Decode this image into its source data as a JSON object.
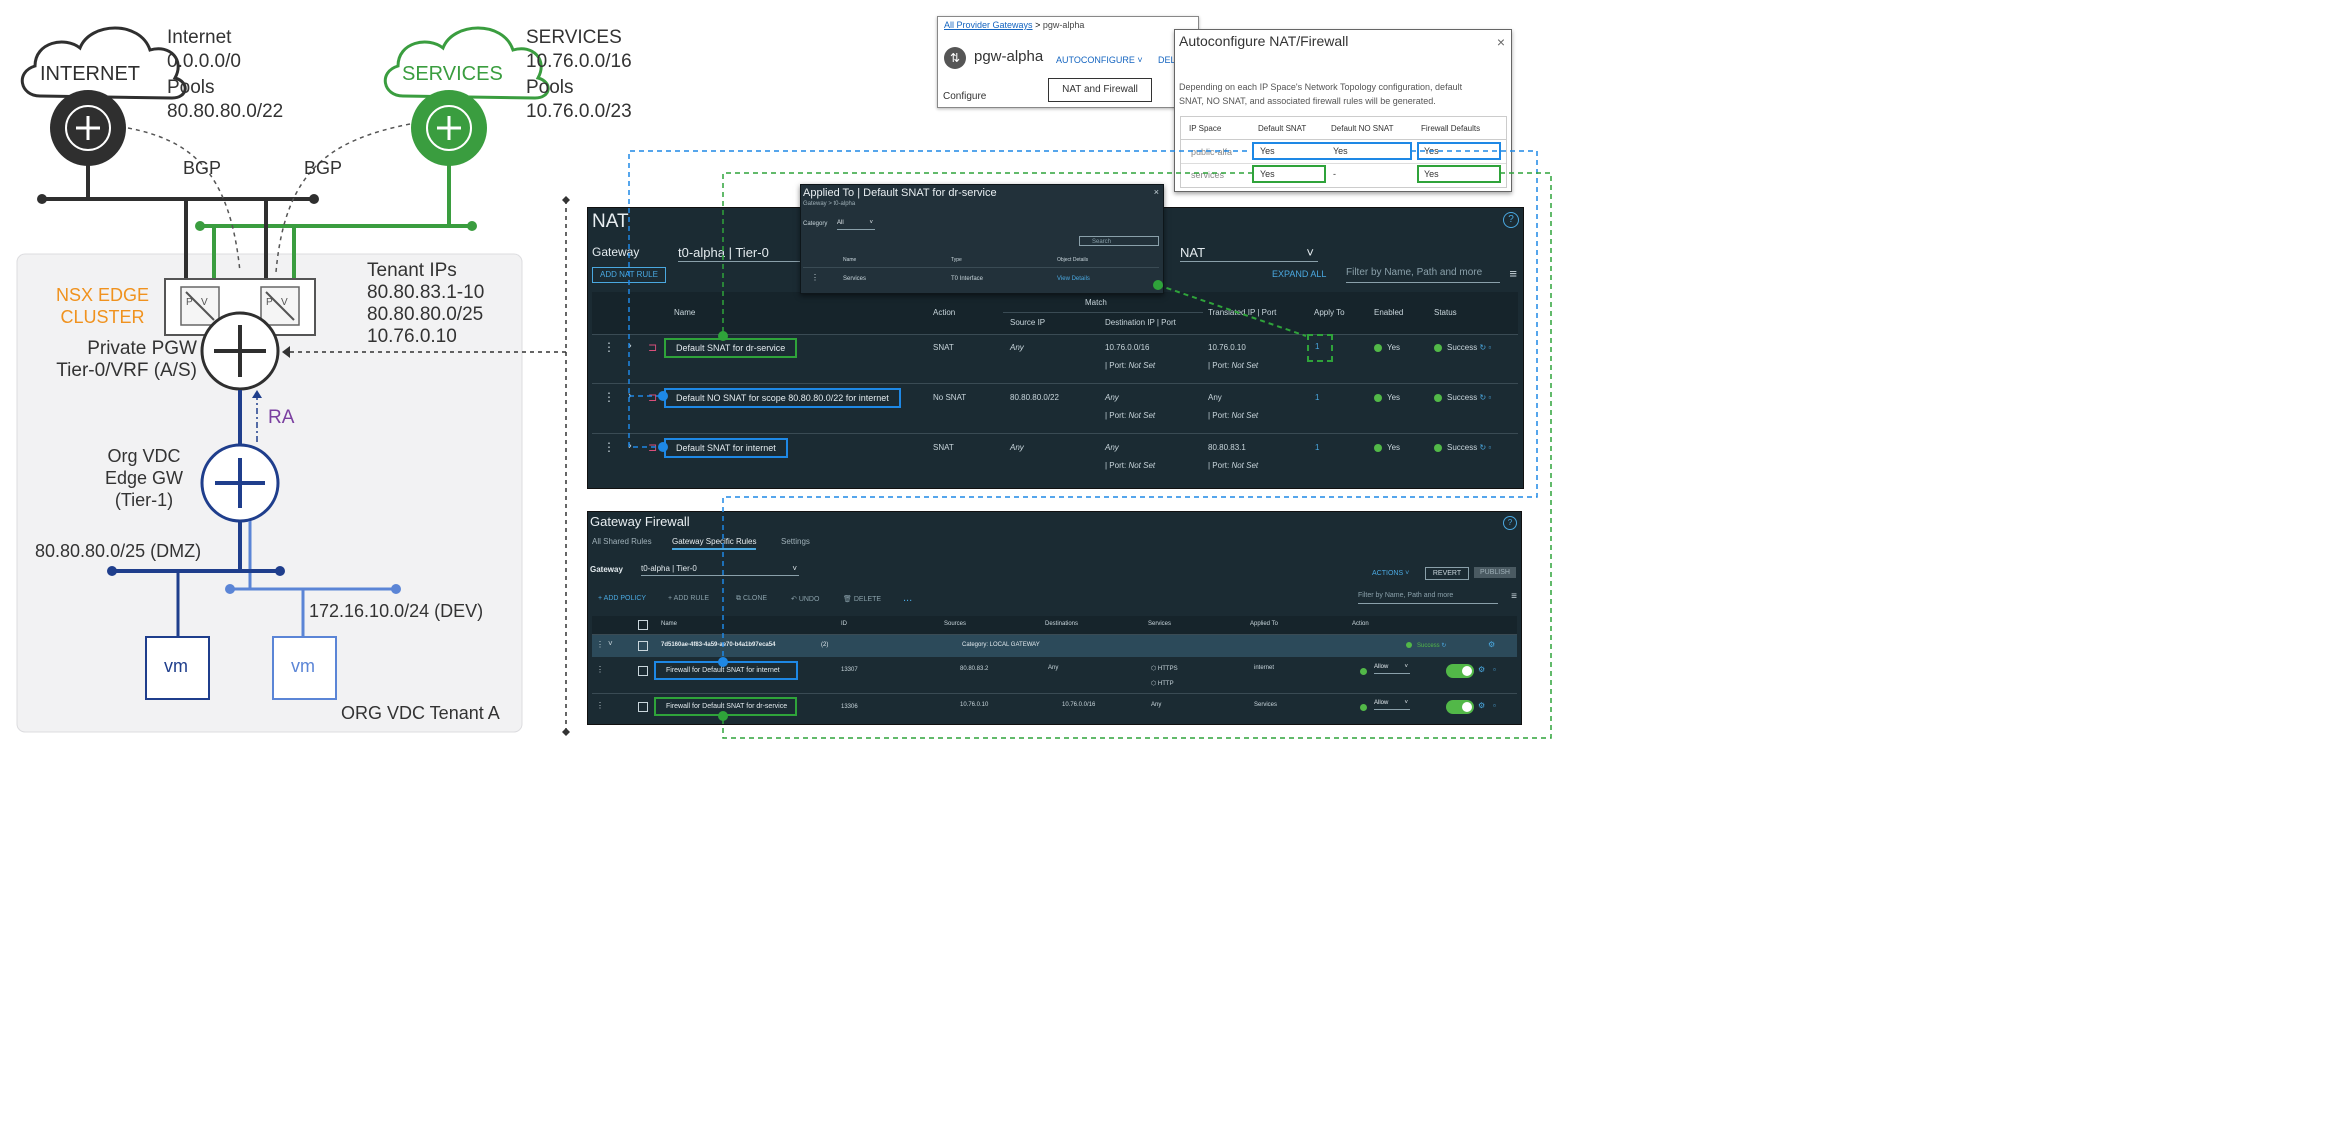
{
  "diagram": {
    "internet": {
      "cloud_label": "INTERNET",
      "name": "Internet",
      "cidr": "0.0.0.0/0",
      "pools_label": "Pools",
      "pool": "80.80.80.0/22"
    },
    "services": {
      "cloud_label": "SERVICES",
      "name": "SERVICES",
      "cidr": "10.76.0.0/16",
      "pools_label": "Pools",
      "pool": "10.76.0.0/23"
    },
    "bgp_left": "BGP",
    "bgp_right": "BGP",
    "edge_cluster": [
      "NSX EDGE",
      "CLUSTER"
    ],
    "edge_node_letters": [
      "P",
      "V"
    ],
    "tenant_ips": {
      "title": "Tenant IPs",
      "items": [
        "80.80.83.1-10",
        "80.80.80.0/25",
        "10.76.0.10"
      ]
    },
    "private_pgw": [
      "Private PGW",
      "Tier-0/VRF (A/S)"
    ],
    "ra": "RA",
    "org_vdc_edge": [
      "Org VDC",
      "Edge GW",
      "(Tier-1)"
    ],
    "dmz": "80.80.80.0/25 (DMZ)",
    "dev": "172.16.10.0/24 (DEV)",
    "vm1": "vm",
    "vm2": "vm",
    "tenant_label": "ORG VDC Tenant A",
    "colors": {
      "dark": "#2f2f2f",
      "green": "#3a9d3f",
      "navy": "#1f3e8c",
      "light_blue": "#5b85d6",
      "orange": "#f0921e",
      "purple": "#7a3fa0",
      "tenant_bg": "#f2f2f3"
    }
  },
  "pgw_card": {
    "breadcrumb_link": "All Provider Gateways",
    "breadcrumb_sep": ">",
    "breadcrumb_current": "pgw-alpha",
    "title": "pgw-alpha",
    "autoconfigure": "AUTOCONFIGURE",
    "truncated": "DEL",
    "menu_item": "NAT and Firewall",
    "configure": "Configure"
  },
  "autoconfig_dialog": {
    "title": "Autoconfigure NAT/Firewall",
    "description": "Depending on each IP Space's Network Topology configuration, default SNAT, NO SNAT, and associated firewall rules will be generated.",
    "columns": [
      "IP Space",
      "Default SNAT",
      "Default NO SNAT",
      "Firewall Defaults"
    ],
    "rows": [
      [
        "public-alfa",
        "Yes",
        "Yes",
        "Yes"
      ],
      [
        "services",
        "Yes",
        "-",
        "Yes"
      ]
    ]
  },
  "applied_to_popup": {
    "title": "Applied To | Default SNAT for dr-service",
    "subtitle": "Gateway > t0-alpha",
    "category_label": "Category",
    "category_value": "All",
    "search_placeholder": "Search",
    "columns": [
      "Name",
      "Type",
      "Object Details"
    ],
    "row": [
      "Services",
      "T0 Interface",
      "View Details"
    ]
  },
  "nat_panel": {
    "title": "NAT",
    "gateway_label": "Gateway",
    "gateway_value": "t0-alpha | Tier-0",
    "type_value": "NAT",
    "add_button": "ADD NAT RULE",
    "expand_all": "EXPAND ALL",
    "filter_placeholder": "Filter by Name, Path and more",
    "columns": {
      "name": "Name",
      "action": "Action",
      "match": "Match",
      "source": "Source IP",
      "dest": "Destination IP | Port",
      "translated": "Translated IP | Port",
      "apply": "Apply To",
      "enabled": "Enabled",
      "status": "Status"
    },
    "rows": [
      {
        "name": "Default SNAT for dr-service",
        "action": "SNAT",
        "source": "Any",
        "dest": "10.76.0.0/16",
        "dest_port_label": "| Port:",
        "dest_port": "Not Set",
        "translated": "10.76.0.10",
        "trans_port_label": "| Port:",
        "trans_port": "Not Set",
        "apply": "1",
        "enabled": "Yes",
        "status": "Success"
      },
      {
        "name": "Default NO SNAT for scope 80.80.80.0/22 for internet",
        "action": "No SNAT",
        "source": "80.80.80.0/22",
        "dest": "Any",
        "dest_port_label": "| Port:",
        "dest_port": "Not Set",
        "translated": "Any",
        "trans_port_label": "| Port:",
        "trans_port": "Not Set",
        "apply": "1",
        "enabled": "Yes",
        "status": "Success"
      },
      {
        "name": "Default SNAT for internet",
        "action": "SNAT",
        "source": "Any",
        "dest": "Any",
        "dest_port_label": "| Port:",
        "dest_port": "Not Set",
        "translated": "80.80.83.1",
        "trans_port_label": "| Port:",
        "trans_port": "Not Set",
        "apply": "1",
        "enabled": "Yes",
        "status": "Success"
      }
    ]
  },
  "firewall_panel": {
    "title": "Gateway Firewall",
    "tabs": [
      "All Shared Rules",
      "Gateway Specific Rules",
      "Settings"
    ],
    "gateway_label": "Gateway",
    "gateway_value": "t0-alpha | Tier-0",
    "actions": "ACTIONS",
    "revert": "REVERT",
    "publish": "PUBLISH",
    "toolbar": [
      "+ ADD POLICY",
      "+ ADD RULE",
      "CLONE",
      "UNDO",
      "DELETE",
      "..."
    ],
    "filter_placeholder": "Filter by Name, Path and more",
    "columns": [
      "Name",
      "ID",
      "Sources",
      "Destinations",
      "Services",
      "Applied To",
      "Action"
    ],
    "policy": {
      "id": "7d5160ae-4f83-4a59-ae70-b4a1b97eca54",
      "count": "(2)",
      "category": "Category: LOCAL GATEWAY",
      "status": "Success"
    },
    "rules": [
      {
        "name": "Firewall for Default SNAT for internet",
        "id": "13307",
        "sources": "80.80.83.2",
        "destinations": "Any",
        "services": [
          "HTTPS",
          "HTTP"
        ],
        "applied": "internet",
        "action": "Allow"
      },
      {
        "name": "Firewall for Default SNAT for dr-service",
        "id": "13306",
        "sources": "10.76.0.10",
        "destinations": "10.76.0.0/16",
        "services": [
          "Any"
        ],
        "applied": "Services",
        "action": "Allow"
      }
    ]
  }
}
